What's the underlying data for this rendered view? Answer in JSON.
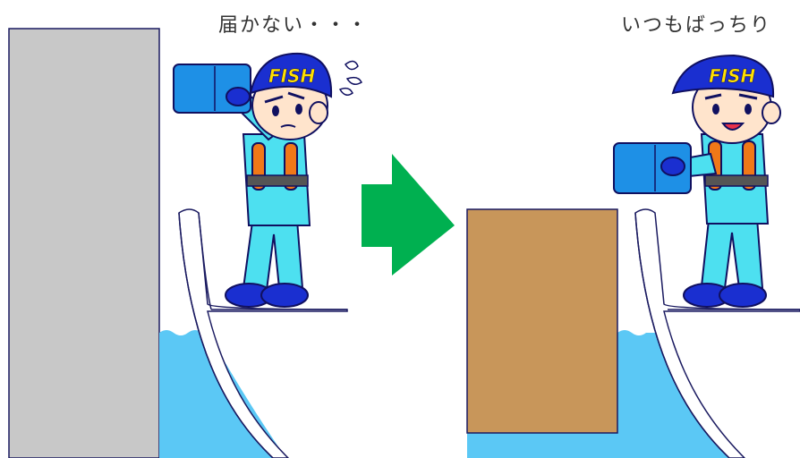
{
  "captions": {
    "left": "届かない・・・",
    "right": "いつもばっちり"
  },
  "cap_text": "FISH",
  "colors": {
    "wall": "#c8c8c8",
    "pier_box": "#c8965a",
    "water": "#5bc8f5",
    "arrow": "#00b050",
    "uniform": "#4de0f0",
    "cap": "#1a2fd0",
    "cap_text": "#ffe000",
    "box": "#1e90e6",
    "vest": "#f07818",
    "boot": "#1a2fd0",
    "outline": "#101060"
  },
  "icons": {
    "transition": "arrow-right-icon",
    "sweat": "sweat-drops-icon"
  }
}
